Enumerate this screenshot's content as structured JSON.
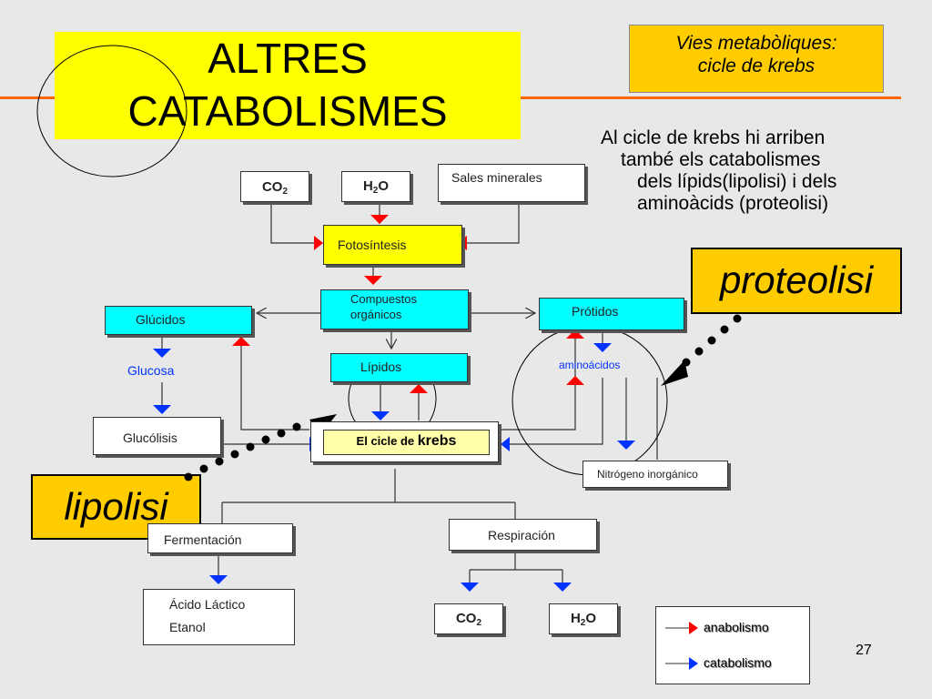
{
  "slide": {
    "title_line1": "ALTRES",
    "title_line2": "CATABOLISMES",
    "badge_line1": "Vies metabòliques:",
    "badge_line2": "cicle de krebs",
    "intro_lines": [
      "Al cicle de krebs hi arriben",
      "també els catabolismes",
      "dels lípids(lipolisi) i dels",
      "aminoàcids (proteolisi)"
    ],
    "proteolisi_label": "proteolisi",
    "lipolisi_label": "lipolisi",
    "page_number": "27"
  },
  "diagram": {
    "co2_top": "CO",
    "co2_top_sub": "2",
    "h2o_top_main": "H",
    "h2o_top_sub": "2",
    "h2o_top_end": "O",
    "sales_minerales": "Sales minerales",
    "fotosintesis": "Fotosíntesis",
    "compuestos_line1": "Compuestos",
    "compuestos_line2": "orgánicos",
    "glucidos": "Glúcidos",
    "protidos": "Prótidos",
    "glucosa": "Glucosa",
    "lipidos": "Lípidos",
    "aminoacidos": "aminoácidos",
    "glucolisis": "Glucólisis",
    "krebs_prefix": "El cicle de ",
    "krebs_word": "krebs",
    "nitrogeno": "Nitrógeno inorgánico",
    "fermentacion": "Fermentación",
    "respiracion": "Respiración",
    "acido_lactico": "Ácido Láctico",
    "etanol": "Etanol",
    "co2_bottom": "CO",
    "co2_bottom_sub": "2",
    "h2o_bottom_main": "H",
    "h2o_bottom_sub": "2",
    "h2o_bottom_end": "O"
  },
  "legend": {
    "anabolismo": "anabolismo",
    "catabolismo": "catabolismo"
  },
  "colors": {
    "title_bg": "#ffff00",
    "accent_orange": "#ff6600",
    "callout_bg": "#ffcc00",
    "cyan": "#00ffff",
    "anabolismo_red": "#ff0000",
    "catabolismo_blue": "#0033ff"
  }
}
